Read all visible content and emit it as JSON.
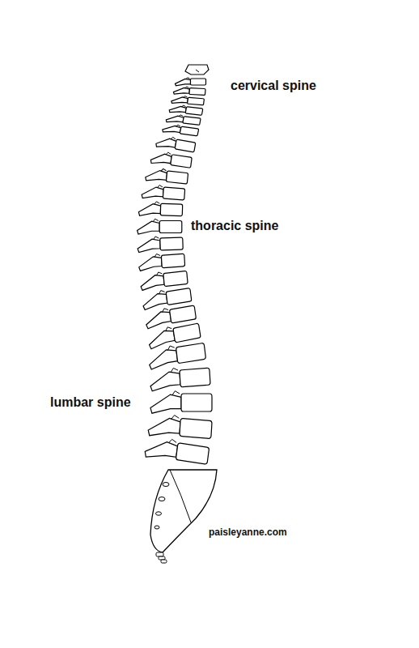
{
  "diagram": {
    "labels": [
      "cervical spine",
      "thoracic spine",
      "lumbar spine",
      "paisleyanne.com"
    ]
  }
}
